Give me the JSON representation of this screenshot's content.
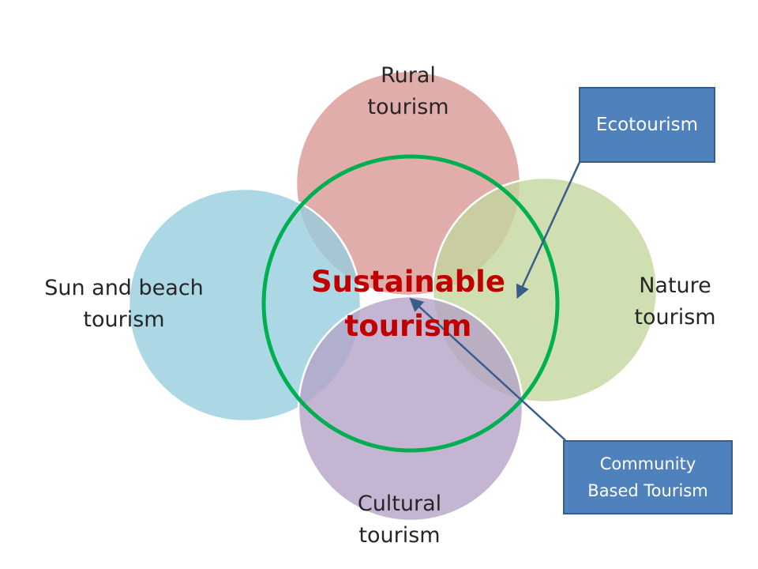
{
  "colors": {
    "rural": "#d99694",
    "nature": "#c3d69b",
    "sun_beach": "#93cddd",
    "cultural": "#b3a2c7",
    "sustainable_ring": "#00b050",
    "sustainable_text": "#c00000",
    "callout_fill": "#4f81bd",
    "callout_border": "#385d8a",
    "arrow": "#385d8a"
  },
  "circles": {
    "rural": {
      "line1": "Rural",
      "line2": "tourism"
    },
    "nature": {
      "line1": "Nature",
      "line2": "tourism"
    },
    "sun_beach": {
      "line1": "Sun and beach",
      "line2": "tourism"
    },
    "cultural": {
      "line1": "Cultural",
      "line2": "tourism"
    }
  },
  "center": {
    "line1": "Sustainable",
    "line2": "tourism"
  },
  "callouts": {
    "ecotourism": {
      "text": "Ecotourism"
    },
    "community": {
      "line1": "Community",
      "line2": "Based Tourism"
    }
  }
}
